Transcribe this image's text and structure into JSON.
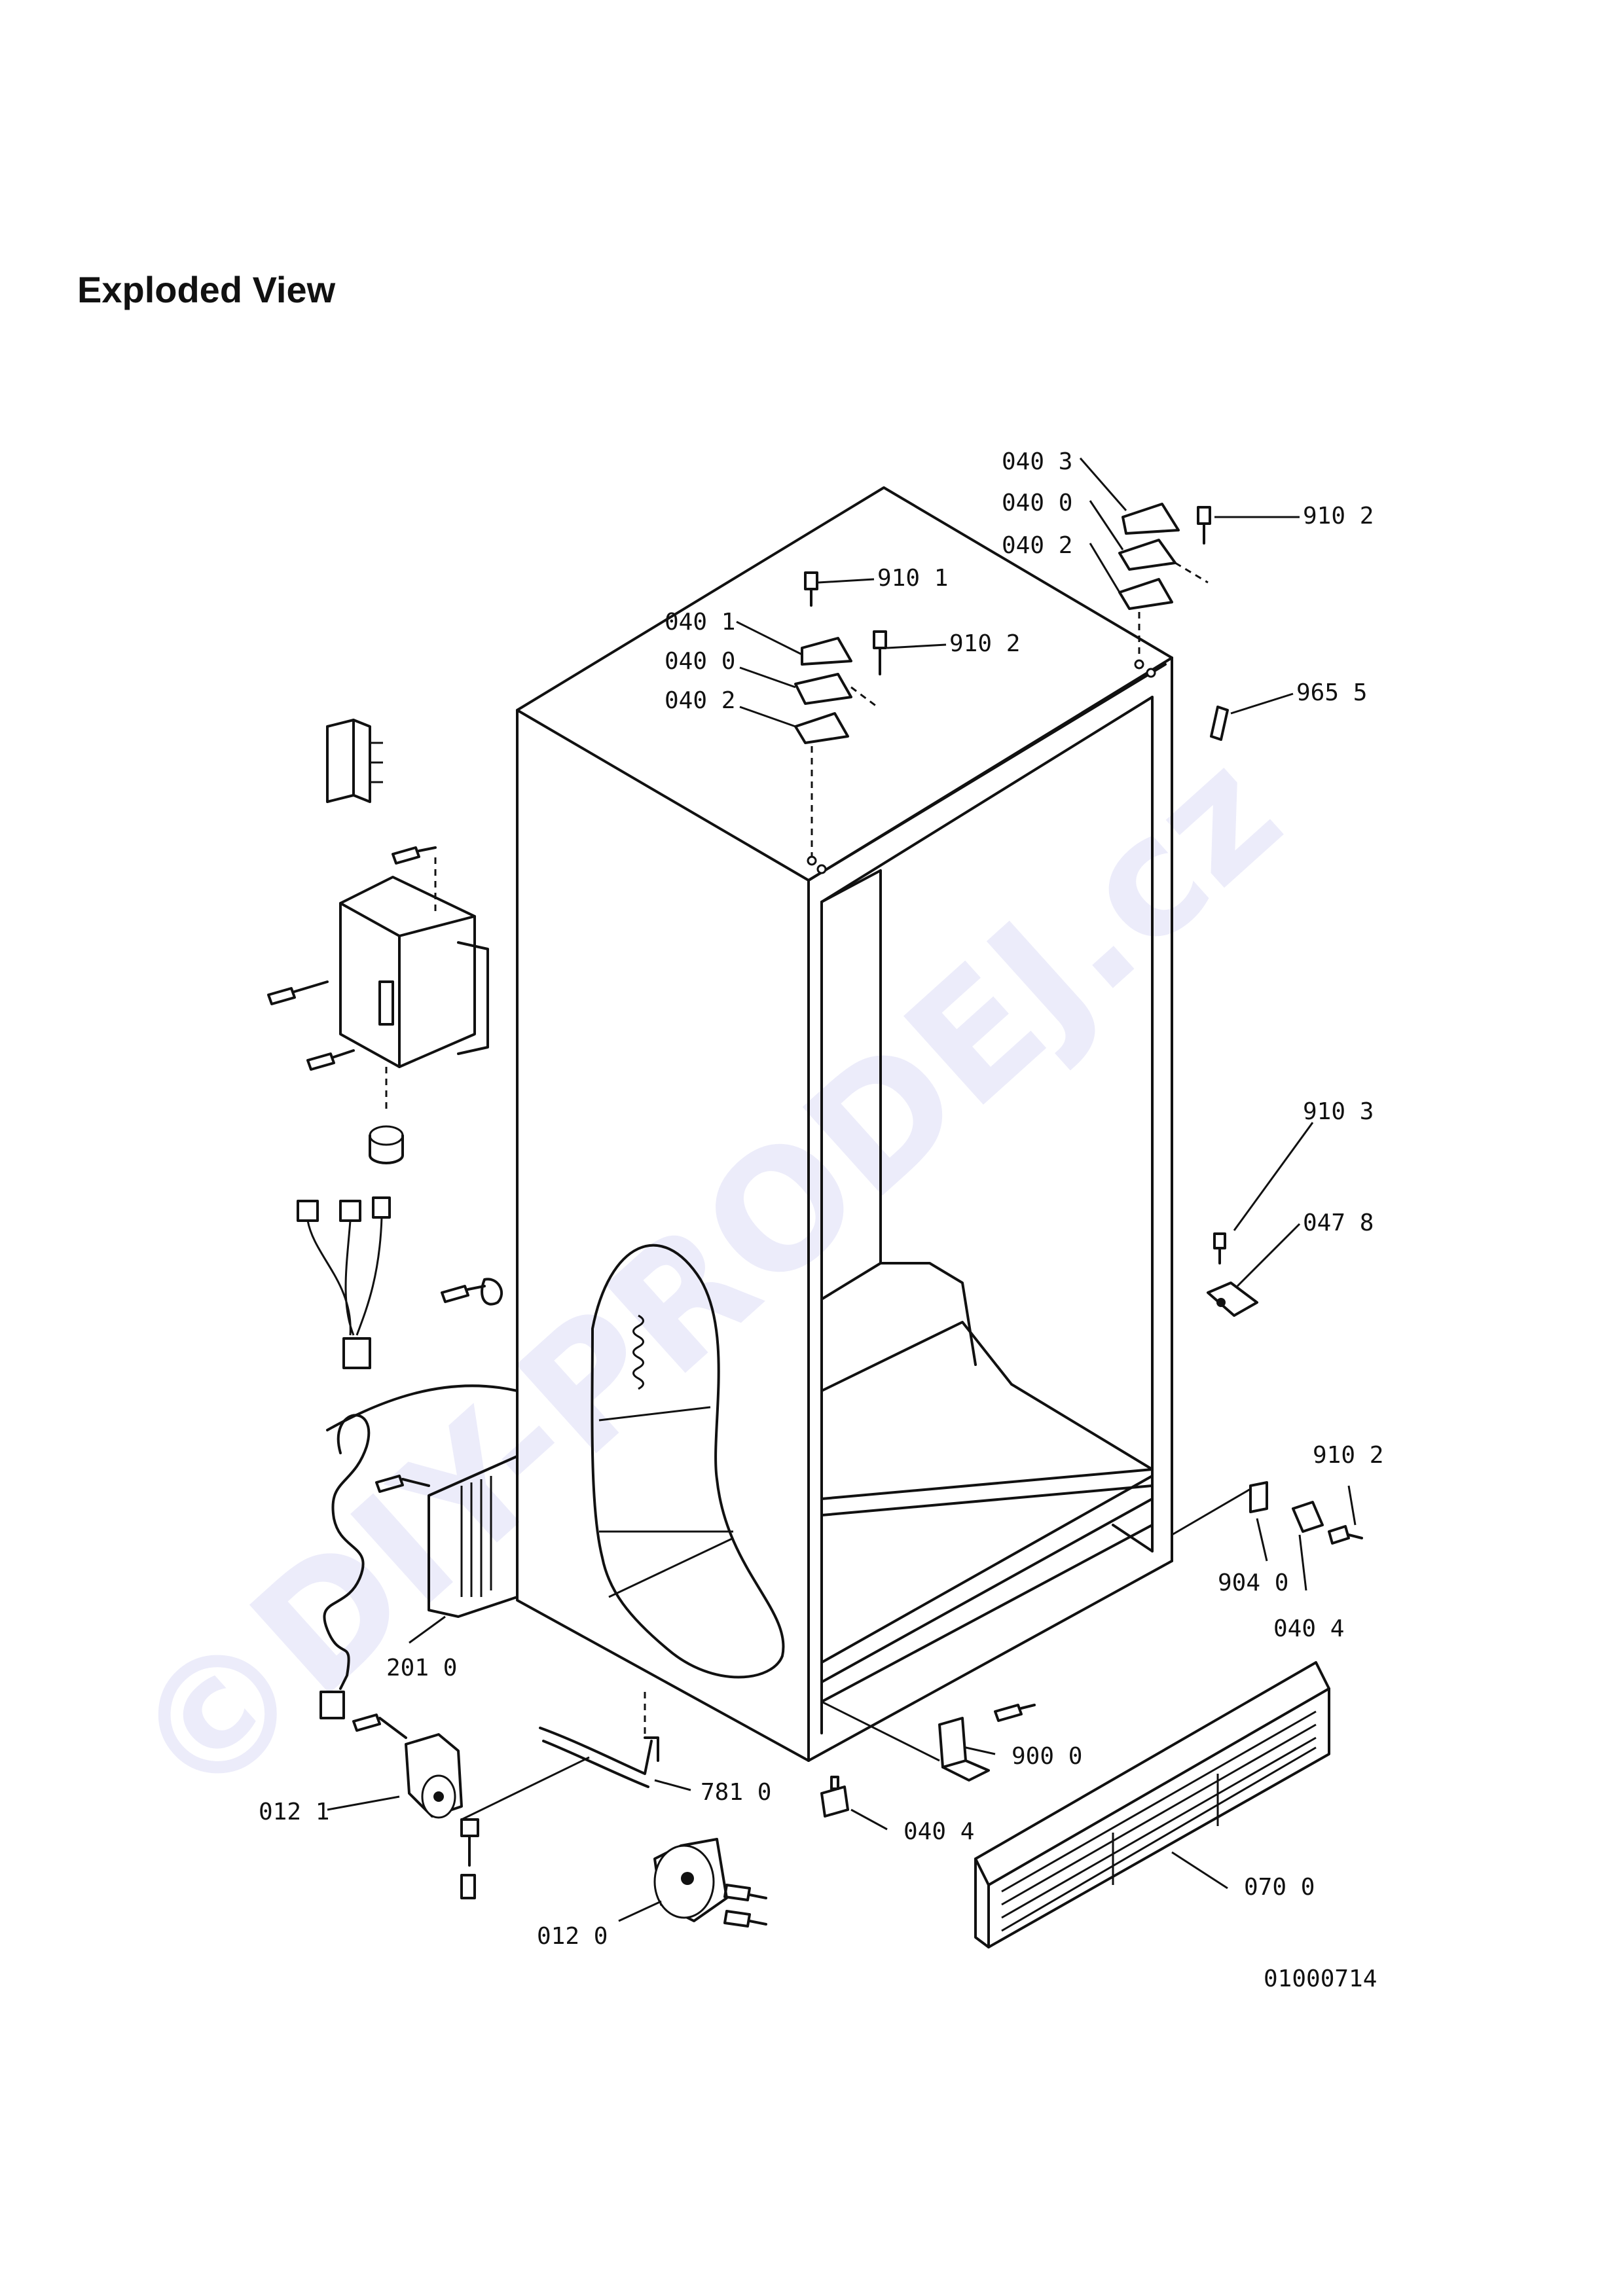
{
  "heading": "Exploded View",
  "drawing_number": "01000714",
  "watermark": "©DIY-PRODEJ.cz",
  "callouts": [
    {
      "id": "c-0403",
      "text": "040 3"
    },
    {
      "id": "c-0400a",
      "text": "040 0"
    },
    {
      "id": "c-0402a",
      "text": "040 2"
    },
    {
      "id": "c-9102a",
      "text": "910 2"
    },
    {
      "id": "c-9101",
      "text": "910 1"
    },
    {
      "id": "c-0401",
      "text": "040 1"
    },
    {
      "id": "c-0400b",
      "text": "040 0"
    },
    {
      "id": "c-0402b",
      "text": "040 2"
    },
    {
      "id": "c-9102b",
      "text": "910 2"
    },
    {
      "id": "c-9655",
      "text": "965 5"
    },
    {
      "id": "c-9103",
      "text": "910 3"
    },
    {
      "id": "c-0478",
      "text": "047 8"
    },
    {
      "id": "c-9102c",
      "text": "910 2"
    },
    {
      "id": "c-9040",
      "text": "904 0"
    },
    {
      "id": "c-0404a",
      "text": "040 4"
    },
    {
      "id": "c-2010",
      "text": "201 0"
    },
    {
      "id": "c-9000",
      "text": "900 0"
    },
    {
      "id": "c-0121",
      "text": "012 1"
    },
    {
      "id": "c-7810",
      "text": "781 0"
    },
    {
      "id": "c-0404b",
      "text": "040 4"
    },
    {
      "id": "c-0700",
      "text": "070 0"
    },
    {
      "id": "c-0120",
      "text": "012 0"
    }
  ]
}
